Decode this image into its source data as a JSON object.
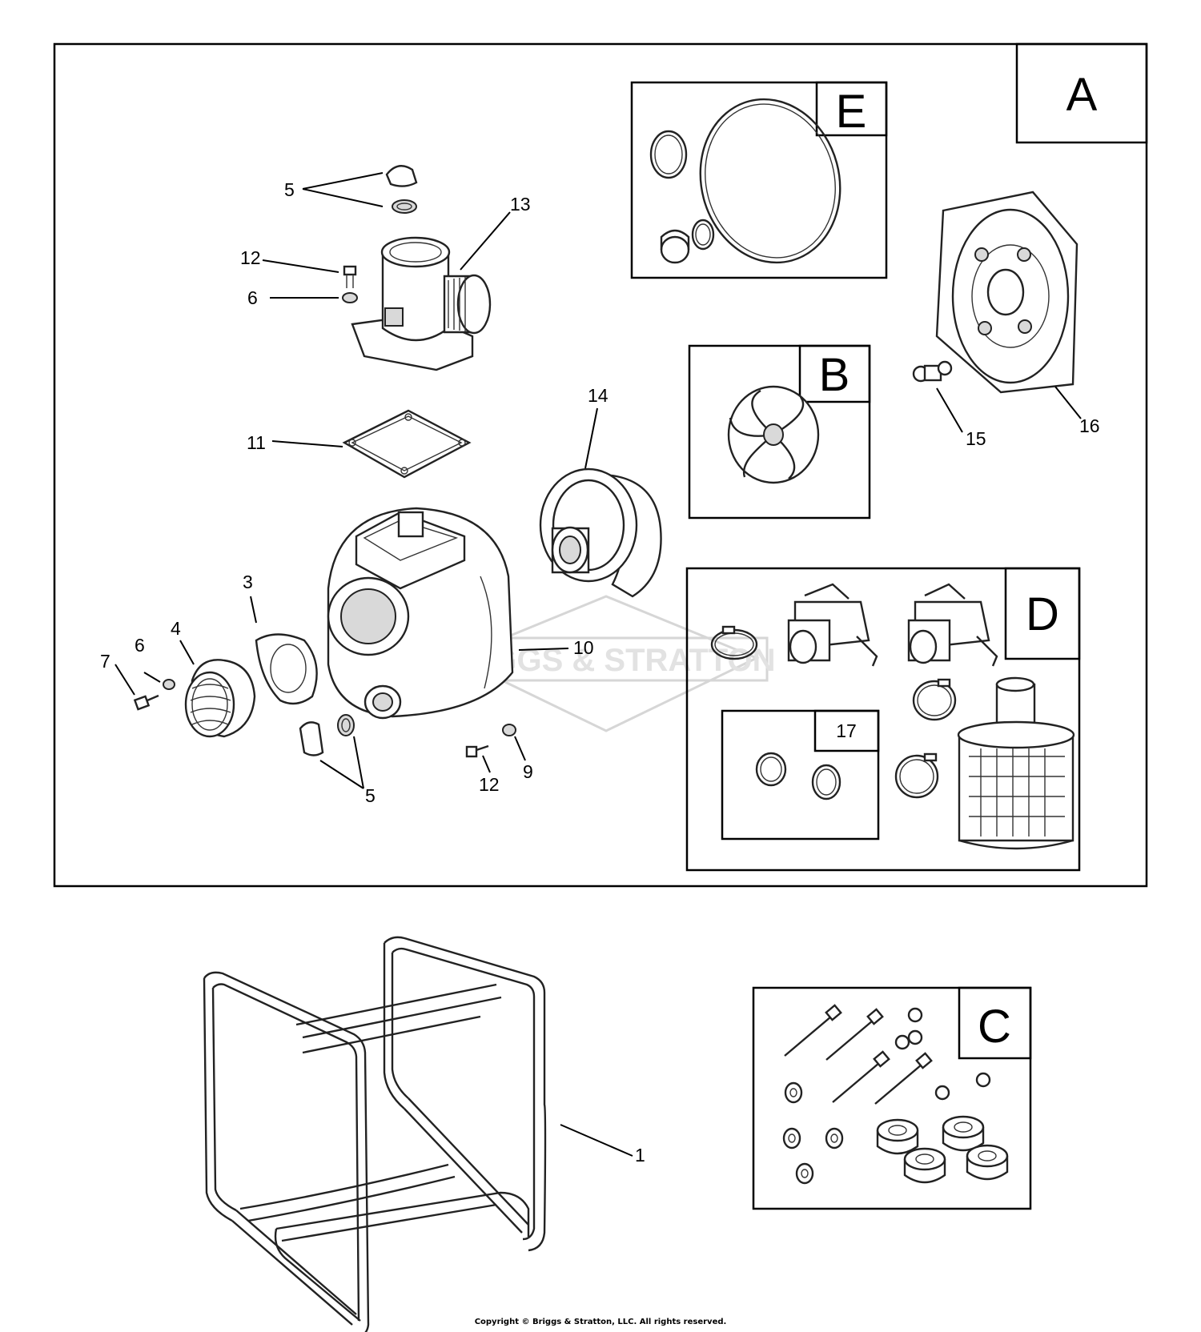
{
  "panels": {
    "main": "A",
    "seal_kit": "E",
    "impeller_kit": "B",
    "accessory_kit": "D",
    "o_ring_kit": "17",
    "hardware_kit": "C"
  },
  "callouts": {
    "c5_top": "5",
    "c13": "13",
    "c12_top": "12",
    "c6_top": "6",
    "c11": "11",
    "c14": "14",
    "c15": "15",
    "c16": "16",
    "c3": "3",
    "c4": "4",
    "c6_left": "6",
    "c7": "7",
    "c10": "10",
    "c5_bottom": "5",
    "c12_bottom": "12",
    "c9": "9",
    "c1": "1"
  },
  "watermark": "BRIGGS & STRATTON",
  "copyright": "Copyright © Briggs & Stratton, LLC. All rights reserved."
}
